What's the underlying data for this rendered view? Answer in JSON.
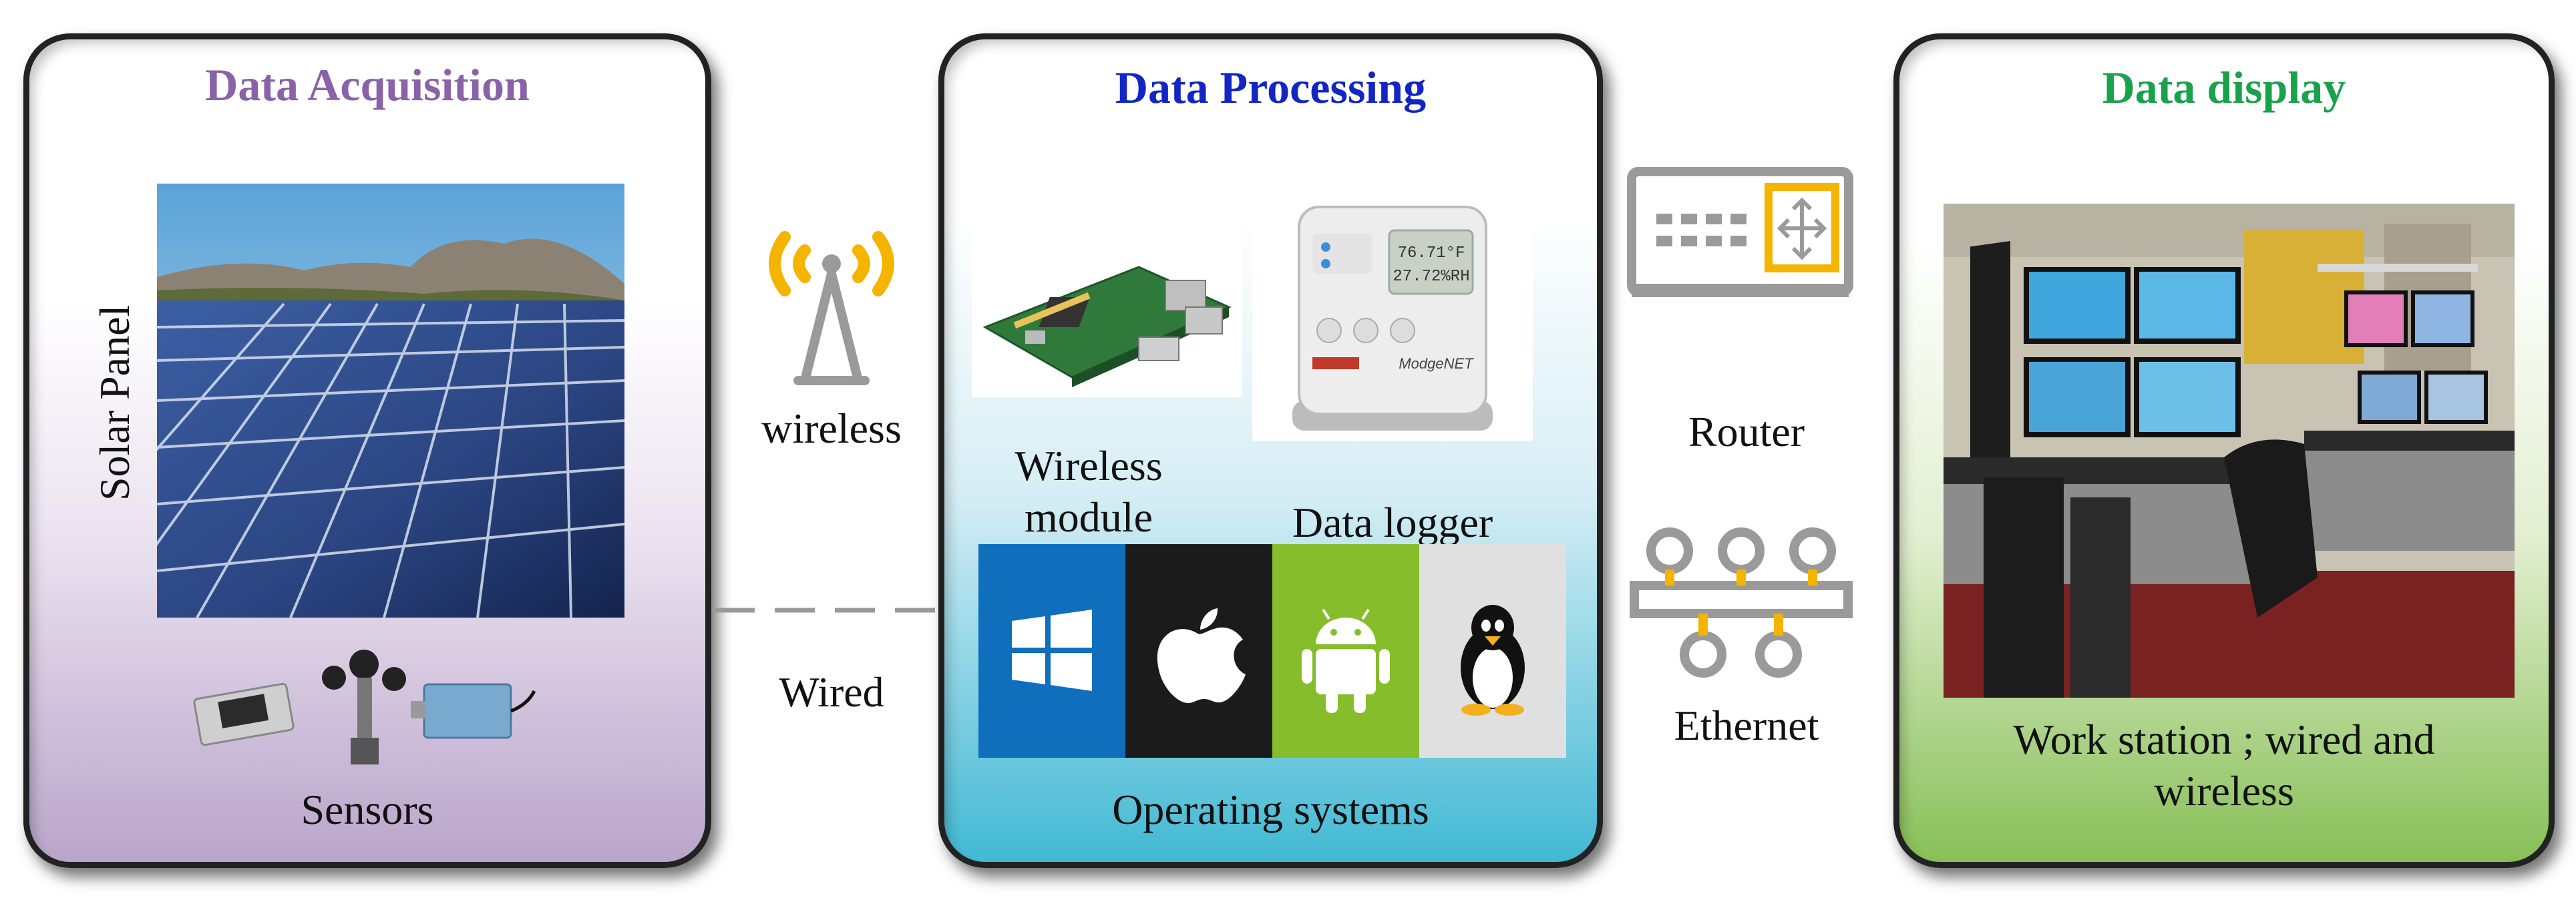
{
  "acquisition": {
    "title": "Data Acquisition",
    "title_color": "#8a62a8",
    "solar_label": "Solar Panel",
    "sensors_label": "Sensors"
  },
  "processing": {
    "title": "Data Processing",
    "title_color": "#1226c4",
    "wireless_module_label": "Wireless\nmodule",
    "data_logger_label": "Data logger",
    "logger_screen": [
      "76.71°F",
      "27.72%RH"
    ],
    "logger_brand": "ModgeNET",
    "os_label": "Operating systems",
    "os_tiles": [
      {
        "name": "windows",
        "color": "#0f6fbd"
      },
      {
        "name": "apple",
        "color": "#1b1b1b"
      },
      {
        "name": "android",
        "color": "#86bd2a"
      },
      {
        "name": "linux",
        "color": "#e0e0e0"
      }
    ]
  },
  "display": {
    "title": "Data display",
    "title_color": "#1aa24a",
    "workstation_label": "Work station ; wired and\nwireless"
  },
  "connectors": {
    "wireless_label": "wireless",
    "wired_label": "Wired",
    "router_label": "Router",
    "ethernet_label": "Ethernet",
    "accent_color": "#f4b400"
  }
}
